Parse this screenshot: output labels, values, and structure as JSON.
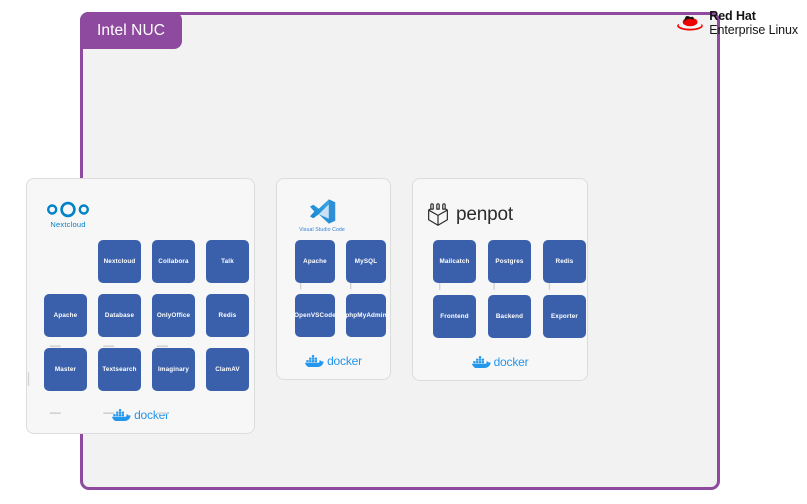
{
  "host": {
    "tab_label": "Intel NUC",
    "frame_color": "#8E4A9E",
    "background_color": "#F2F2F2"
  },
  "brand": {
    "icon": "red-hat-fedora-icon",
    "line1": "Red Hat",
    "line2": "Enterprise Linux",
    "hat_color": "#EE0000",
    "text_color": "#151515"
  },
  "docker": {
    "label": "docker",
    "icon": "docker-whale-icon",
    "color": "#2396ED"
  },
  "node_color": "#3A60AB",
  "connector_color": "#D3D3D3",
  "stacks": [
    {
      "id": "nextcloud",
      "logo": {
        "icon": "nextcloud-logo-icon",
        "label": "Nextcloud",
        "color": "#0082C9"
      },
      "columns": 4,
      "rows": 3,
      "nodes": [
        "",
        "Nextcloud",
        "Collabora",
        "Talk",
        "Apache",
        "Database",
        "OnlyOffice",
        "Redis",
        "Master",
        "Textsearch",
        "Imaginary",
        "ClamAV"
      ],
      "footer": "docker"
    },
    {
      "id": "vscode",
      "logo": {
        "icon": "visual-studio-code-logo-icon",
        "label": "Visual Studio Code",
        "color": "#2D7FD3"
      },
      "columns": 2,
      "rows": 2,
      "nodes": [
        "Apache",
        "MySQL",
        "OpenVSCode",
        "phpMyAdmin"
      ],
      "footer": "docker"
    },
    {
      "id": "penpot",
      "logo": {
        "icon": "penpot-logo-icon",
        "label": "penpot",
        "color": "#2C2C2C"
      },
      "columns": 3,
      "rows": 2,
      "nodes": [
        "Mailcatch",
        "Postgres",
        "Redis",
        "Frontend",
        "Backend",
        "Exporter"
      ],
      "footer": "docker"
    }
  ]
}
